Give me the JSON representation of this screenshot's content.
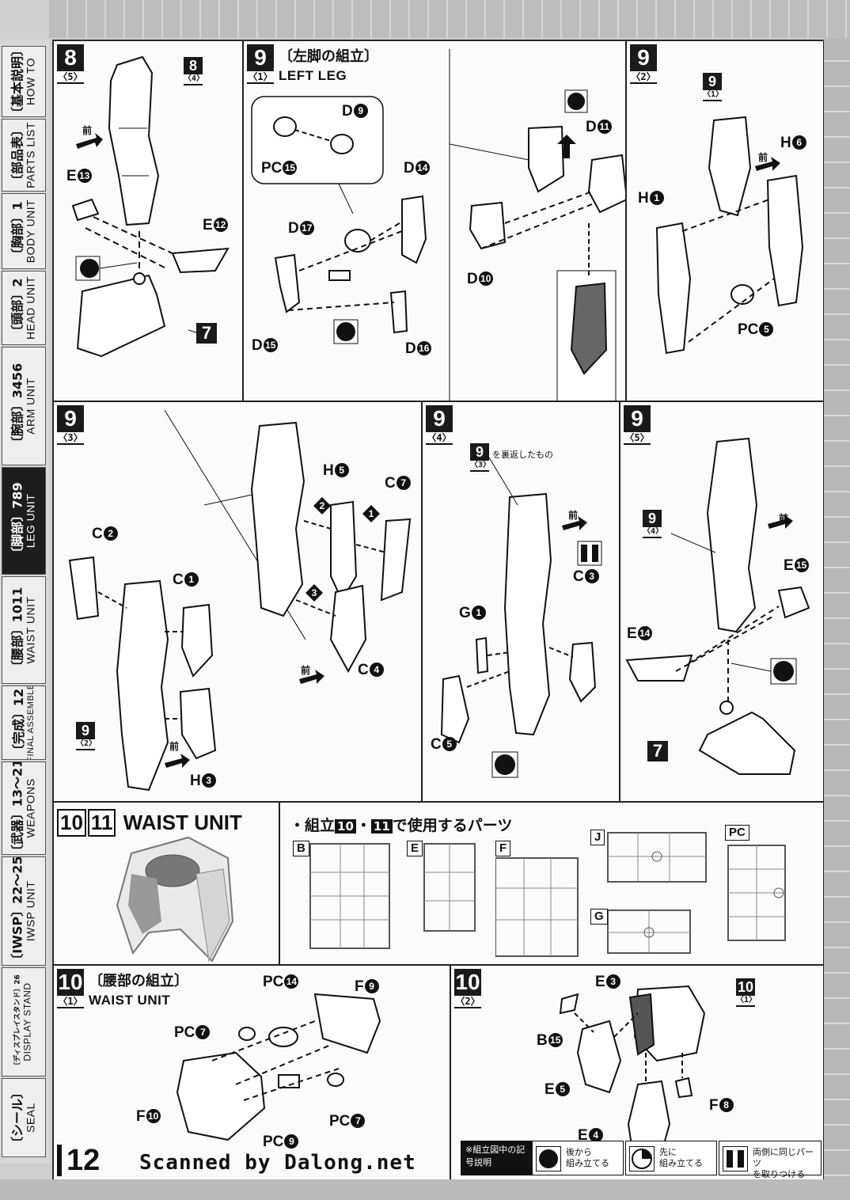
{
  "sidebar": {
    "tabs": [
      {
        "jp": "〔基本説明〕",
        "en": "HOW TO",
        "active": false
      },
      {
        "jp": "〔部品表〕",
        "en": "PARTS LIST",
        "active": false
      },
      {
        "jp": "〔胸部〕1",
        "en": "BODY UNIT",
        "active": false
      },
      {
        "jp": "〔頭部〕2",
        "en": "HEAD UNIT",
        "active": false
      },
      {
        "jp": "〔腕部〕3456",
        "en": "ARM UNIT",
        "active": false
      },
      {
        "jp": "〔脚部〕789",
        "en": "LEG UNIT",
        "active": true
      },
      {
        "jp": "〔腰部〕1011",
        "en": "WAIST UNIT",
        "active": false
      },
      {
        "jp": "〔完成〕12",
        "en": "FINAL ASSEMBLE",
        "active": false
      },
      {
        "jp": "〔武器〕13〜21",
        "en": "WEAPONS",
        "active": false
      },
      {
        "jp": "〔IWSP〕22〜25",
        "en": "IWSP UNIT",
        "active": false
      },
      {
        "jp": "〔ディスプレイスタンド〕26",
        "en": "DISPLAY STAND",
        "active": false
      },
      {
        "jp": "〔シール〕",
        "en": "SEAL",
        "active": false
      }
    ]
  },
  "steps": {
    "s8_5": {
      "num": "8",
      "sub": "〈5〉",
      "ref": {
        "num": "8",
        "sub": "〈4〉"
      },
      "front": "前",
      "labels": {
        "e13": "E",
        "e13c": "13",
        "e12": "E",
        "e12c": "12"
      },
      "ref7": "7"
    },
    "s9_1": {
      "num": "9",
      "sub": "〈1〉",
      "title_jp": "〔左脚の組立〕",
      "title_en": "LEFT LEG",
      "labels": {
        "d9": "D",
        "d9c": "9",
        "pc15": "PC",
        "pc15c": "15",
        "d14": "D",
        "d14c": "14",
        "d17": "D",
        "d17c": "17",
        "d15": "D",
        "d15c": "15",
        "d16": "D",
        "d16c": "16",
        "d11": "D",
        "d11c": "11",
        "d10": "D",
        "d10c": "10"
      }
    },
    "s9_2": {
      "num": "9",
      "sub": "〈2〉",
      "ref": {
        "num": "9",
        "sub": "〈1〉"
      },
      "front": "前",
      "labels": {
        "h6": "H",
        "h6c": "6",
        "h1": "H",
        "h1c": "1",
        "pc5": "PC",
        "pc5c": "5"
      }
    },
    "s9_3": {
      "num": "9",
      "sub": "〈3〉",
      "ref": {
        "num": "9",
        "sub": "〈2〉"
      },
      "front1": "前",
      "front2": "前",
      "seq": [
        "1",
        "2",
        "3"
      ],
      "labels": {
        "c2": "C",
        "c2c": "2",
        "c1": "C",
        "c1c": "1",
        "h5": "H",
        "h5c": "5",
        "c7": "C",
        "c7c": "7",
        "c4": "C",
        "c4c": "4",
        "h3": "H",
        "h3c": "3"
      }
    },
    "s9_4": {
      "num": "9",
      "sub": "〈4〉",
      "ref": {
        "num": "9",
        "sub": "〈3〉"
      },
      "note": "を裏返したもの",
      "front": "前",
      "labels": {
        "c3": "C",
        "c3c": "3",
        "g1": "G",
        "g1c": "1",
        "c5": "C",
        "c5c": "5"
      }
    },
    "s9_5": {
      "num": "9",
      "sub": "〈5〉",
      "ref": {
        "num": "9",
        "sub": "〈4〉"
      },
      "front": "前",
      "ref7": "7",
      "labels": {
        "e15": "E",
        "e15c": "15",
        "e14": "E",
        "e14c": "14"
      }
    },
    "waist": {
      "b1": "10",
      "b2": "11",
      "title": "WAIST UNIT"
    },
    "parts": {
      "head_pre": "・組立",
      "n1": "10",
      "dot": "・",
      "n2": "11",
      "head_post": "で使用するパーツ",
      "runners": [
        "B",
        "E",
        "F",
        "J",
        "PC",
        "G"
      ]
    },
    "s10_1": {
      "num": "10",
      "sub": "〈1〉",
      "title_jp": "〔腰部の組立〕",
      "title_en": "WAIST UNIT",
      "labels": {
        "pc14": "PC",
        "pc14c": "14",
        "f9": "F",
        "f9c": "9",
        "pc7a": "PC",
        "pc7ac": "7",
        "pc9": "PC",
        "pc9c": "9",
        "pc7b": "PC",
        "pc7bc": "7",
        "f10": "F",
        "f10c": "10"
      }
    },
    "s10_2": {
      "num": "10",
      "sub": "〈2〉",
      "ref": {
        "num": "10",
        "sub": "〈1〉"
      },
      "labels": {
        "e3": "E",
        "e3c": "3",
        "b15": "B",
        "b15c": "15",
        "e5": "E",
        "e5c": "5",
        "f8": "F",
        "f8c": "8",
        "e4": "E",
        "e4c": "4"
      }
    }
  },
  "footer": {
    "page": "12",
    "scanned": "Scanned by Dalong.net",
    "legend_title": "※組立図中の記号説明",
    "legend": [
      {
        "text1": "後から",
        "text2": "組み立てる"
      },
      {
        "text1": "先に",
        "text2": "組み立てる"
      },
      {
        "text1": "両側に同じパーツ",
        "text2": "を取りつける"
      }
    ]
  }
}
